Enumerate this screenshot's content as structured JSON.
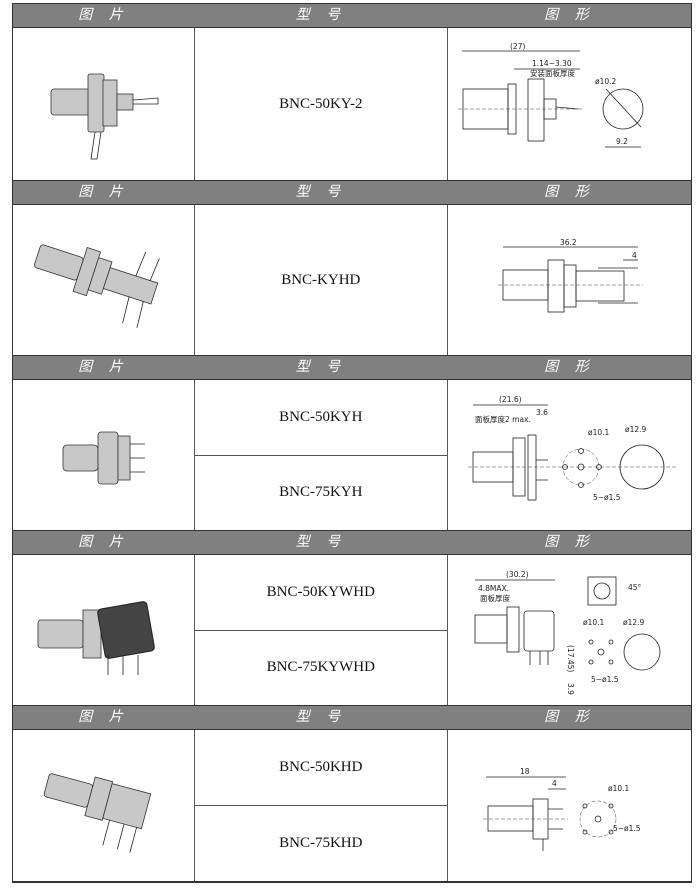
{
  "headers": {
    "photo": "图 片",
    "model": "型 号",
    "figure": "图 形"
  },
  "sections": [
    {
      "models": [
        "BNC-50KY-2"
      ],
      "dims": {
        "overall": "(27)",
        "panel": "1.14~3.30",
        "panel_note": "安装面板厚度",
        "dia": "ø10.2",
        "flat": "9.2"
      }
    },
    {
      "models": [
        "BNC-KYHD"
      ],
      "dims": {
        "overall": "36.2",
        "pin": "4"
      }
    },
    {
      "models": [
        "BNC-50KYH",
        "BNC-75KYH"
      ],
      "dims": {
        "overall": "(21.6)",
        "panel_note": "面板厚度2 max.",
        "pin": "3.6",
        "pcd": "ø10.1",
        "dia": "ø12.9",
        "holes": "5−ø1.5"
      }
    },
    {
      "models": [
        "BNC-50KYWHD",
        "BNC-75KYWHD"
      ],
      "dims": {
        "overall": "(30.2)",
        "panel": "4.8MAX.",
        "panel_note": "面板厚度",
        "angle": "45°",
        "height": "(17.45)",
        "pin": "3.9",
        "pcd": "ø10.1",
        "dia": "ø12.9",
        "holes": "5−ø1.5"
      }
    },
    {
      "models": [
        "BNC-50KHD",
        "BNC-75KHD"
      ],
      "dims": {
        "overall": "18",
        "pin": "4",
        "pcd": "ø10.1",
        "holes": "5−ø1.5"
      }
    }
  ]
}
